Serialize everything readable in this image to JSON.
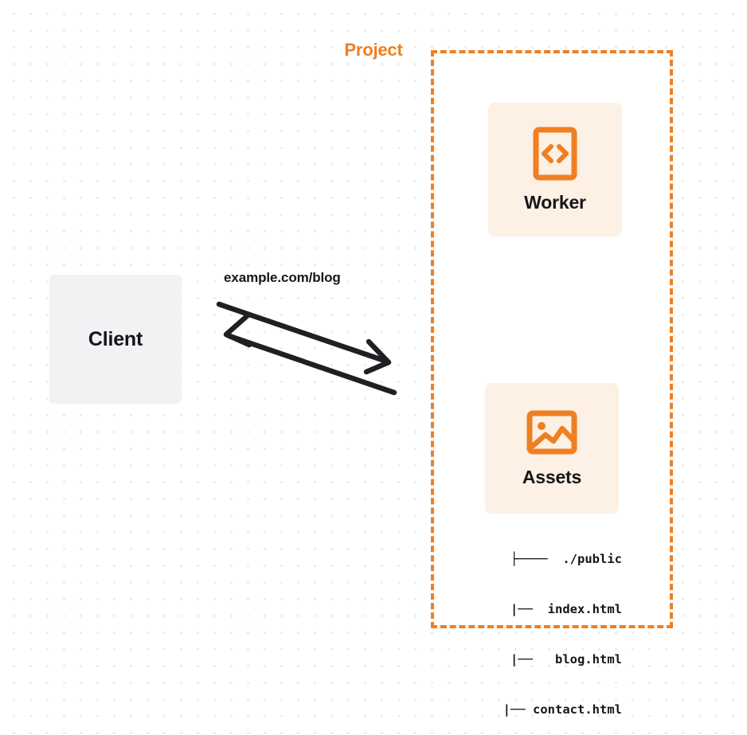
{
  "diagram": {
    "type": "architecture-flow",
    "background": {
      "style": "dot-grid",
      "dot_color": "#e9e9ea",
      "page_color": "#ffffff"
    },
    "accent_color": "#ef7f22",
    "card_color": "#fdf0e4",
    "client": {
      "label": "Client",
      "background": "#f1f2f4"
    },
    "connector": {
      "label": "example.com/blog",
      "direction": "bidirectional",
      "color": "#16161a"
    },
    "project": {
      "title": "Project",
      "border_style": "dashed",
      "border_color": "#ef7f22",
      "nodes": [
        {
          "label": "Worker",
          "icon": "code-brackets-icon"
        },
        {
          "label": "Assets",
          "icon": "image-icon"
        }
      ]
    },
    "file_tree": {
      "root": "./public",
      "rows": [
        {
          "connector": "├──── ",
          "name": "./public"
        },
        {
          "connector": "|── ",
          "name": "index.html"
        },
        {
          "connector": "|── ",
          "name": "blog.html"
        },
        {
          "connector": "|── ",
          "name": "contact.html"
        }
      ],
      "lines": [
        "├────  ./public",
        "   |──  index.html",
        "   |──   blog.html",
        "   |── contact.html"
      ]
    }
  }
}
